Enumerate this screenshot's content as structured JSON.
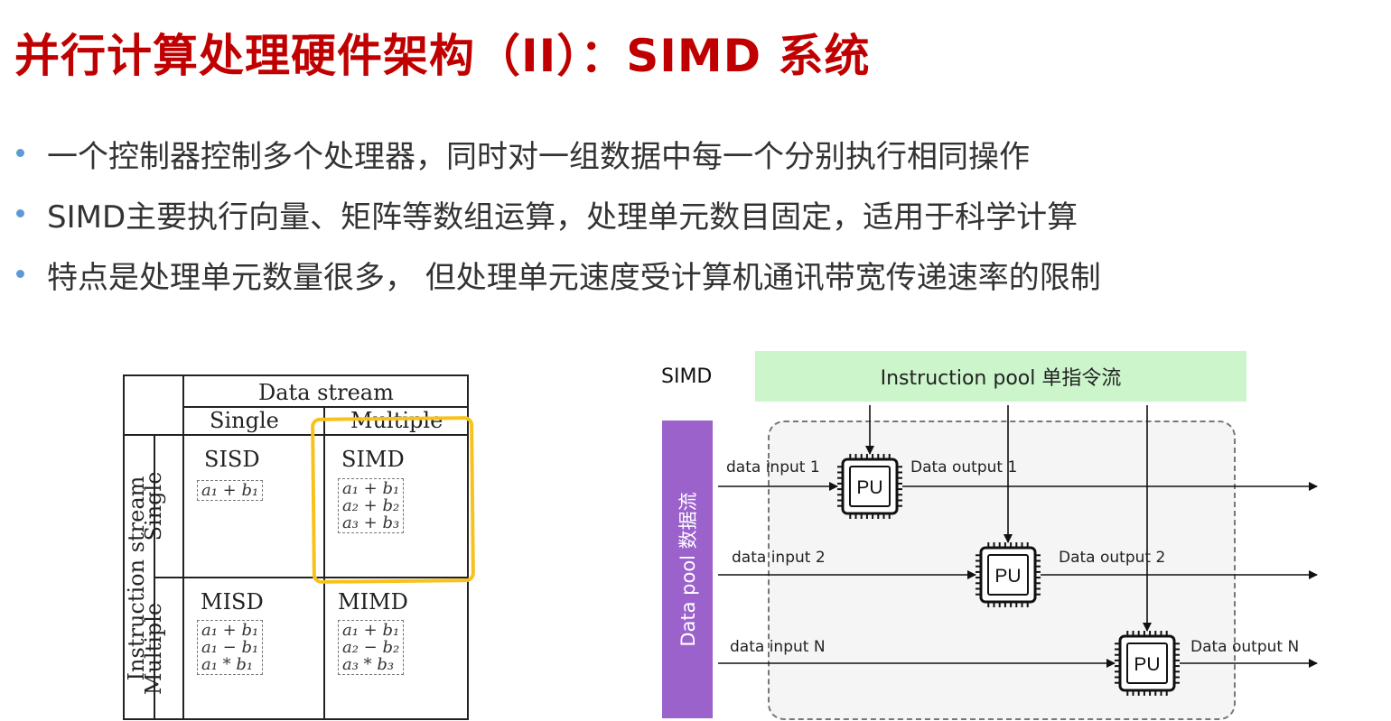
{
  "title": "并行计算处理硬件架构（II）：SIMD 系统",
  "bullets": [
    "一个控制器控制多个处理器，同时对一组数据中每一个分别执行相同操作",
    "SIMD主要执行向量、矩阵等数组运算，处理单元数目固定，适用于科学计算",
    "特点是处理单元数量很多， 但处理单元速度受计算机通讯带宽传递速率的限制"
  ],
  "flynn": {
    "data_stream": "Data stream",
    "single": "Single",
    "multiple": "Multiple",
    "instruction_stream": "Instruction stream",
    "cells": {
      "sisd": {
        "name": "SISD",
        "ops": [
          "a₁ + b₁"
        ]
      },
      "simd": {
        "name": "SIMD",
        "ops": [
          "a₁ + b₁",
          "a₂ + b₂",
          "a₃ + b₃"
        ]
      },
      "misd": {
        "name": "MISD",
        "ops": [
          "a₁ + b₁",
          "a₁ − b₁",
          "a₁ * b₁"
        ]
      },
      "mimd": {
        "name": "MIMD",
        "ops": [
          "a₁ + b₁",
          "a₂ − b₂",
          "a₃ * b₃"
        ]
      }
    },
    "highlight_color": "#f8c21c"
  },
  "simd_diagram": {
    "label": "SIMD",
    "instruction_pool": "Instruction pool 单指令流",
    "data_pool": "Data pool 数据流",
    "pu_label": "PU",
    "inputs": [
      "data input 1",
      "data input 2",
      "data input N"
    ],
    "outputs": [
      "Data output  1",
      "Data output  2",
      "Data output N"
    ],
    "colors": {
      "instruction_pool": "#ccf5cc",
      "data_pool": "#9b62cc"
    }
  },
  "colors": {
    "title": "#c00000",
    "bullet": "#5b9bd5"
  }
}
